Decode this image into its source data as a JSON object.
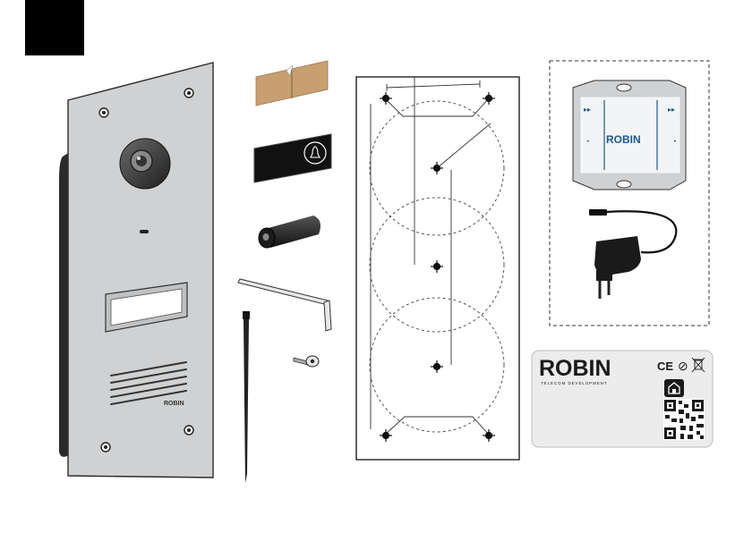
{
  "section_marker": {
    "color": "#000000"
  },
  "panel": {
    "brand_label": "ROBIN",
    "colors": {
      "face": "#cfd1d3",
      "edge": "#2b2b2b",
      "frame": "#3a3a3a"
    }
  },
  "accessories": {
    "items": [
      "tape-strip",
      "button-sticker",
      "rubber-plug",
      "hex-key",
      "cable-tie",
      "screw"
    ],
    "tape_color": "#c89f70"
  },
  "template": {
    "items": [
      "mounting-template",
      "drill-points"
    ]
  },
  "box": {
    "brand_label": "ROBIN",
    "accent": "#1b5a8c",
    "items": [
      "power-module",
      "power-adapter"
    ]
  },
  "label_card": {
    "brand": "ROBIN",
    "tagline": "TELECOM DEVELOPMENT",
    "marks": [
      "CE",
      "⊘"
    ],
    "icons": [
      "home-icon",
      "qr-code-icon",
      "weee-bin-icon"
    ],
    "colors": {
      "bg": "#ececec",
      "ink": "#1a1a1a"
    }
  }
}
